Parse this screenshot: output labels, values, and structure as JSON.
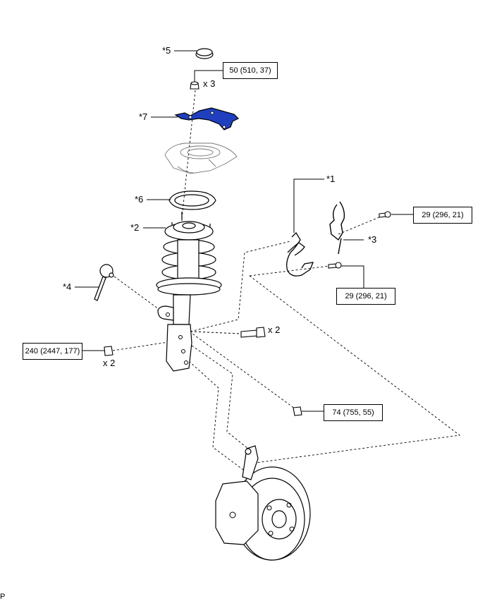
{
  "callouts": [
    {
      "id": "c5",
      "text": "*5"
    },
    {
      "id": "c7",
      "text": "*7"
    },
    {
      "id": "c6",
      "text": "*6"
    },
    {
      "id": "c2",
      "text": "*2"
    },
    {
      "id": "c4",
      "text": "*4"
    },
    {
      "id": "c1",
      "text": "*1"
    },
    {
      "id": "c3",
      "text": "*3"
    }
  ],
  "torque_specs": [
    {
      "id": "t_top",
      "text": "50 (510, 37)"
    },
    {
      "id": "t_right1",
      "text": "29 (296, 21)"
    },
    {
      "id": "t_right2",
      "text": "29 (296, 21)"
    },
    {
      "id": "t_left",
      "text": "240 (2447, 177)"
    },
    {
      "id": "t_bottom",
      "text": "74 (755, 55)"
    }
  ],
  "quantities": [
    {
      "id": "q_top",
      "text": "x 3"
    },
    {
      "id": "q_bolt",
      "text": "x 2"
    },
    {
      "id": "q_nut",
      "text": "x 2"
    }
  ],
  "footer_mark": "P",
  "colors": {
    "highlight": "#1f3fbf",
    "line": "#000000",
    "background": "#ffffff"
  }
}
